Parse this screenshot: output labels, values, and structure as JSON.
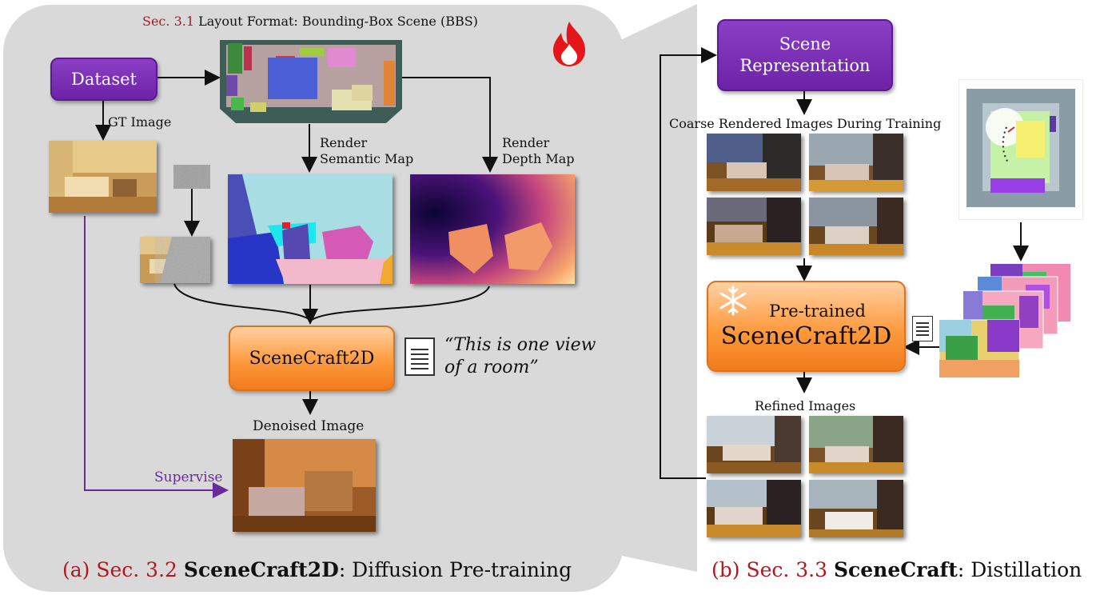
{
  "panel_a": {
    "layout_format": {
      "sec": "Sec. 3.1",
      "text": "Layout Format: Bounding-Box Scene (BBS)"
    },
    "dataset_label": "Dataset",
    "gt_image_label": "GT Image",
    "render_semantic": [
      "Render",
      "Semantic Map"
    ],
    "render_depth": [
      "Render",
      "Depth Map"
    ],
    "model_label": "SceneCraft2D",
    "prompt_line1": "“This is one view",
    "prompt_line2": "of a room”",
    "denoised_label": "Denoised Image",
    "supervise_label": "Supervise",
    "caption": {
      "prefix": "(a) Sec. 3.2",
      "bold": "SceneCraft2D",
      "suffix": ": Diffusion Pre-training"
    }
  },
  "panel_b": {
    "scene_rep_line1": "Scene",
    "scene_rep_line2": "Representation",
    "coarse_label": "Coarse Rendered Images During Training",
    "pretrained_line1": "Pre-trained",
    "pretrained_line2": "SceneCraft2D",
    "refined_label": "Refined Images",
    "caption": {
      "prefix": "(b) Sec. 3.3",
      "bold": "SceneCraft",
      "suffix": ": Distillation"
    }
  },
  "icons": [
    "fire-icon",
    "snowflake-icon",
    "document-icon"
  ],
  "colors": {
    "accent_red": "#b0171f",
    "purple": "#6d22a8",
    "orange": "#ff9a3e",
    "supervise": "#6a2a9c",
    "panel_bg": "#d9d9d9"
  }
}
